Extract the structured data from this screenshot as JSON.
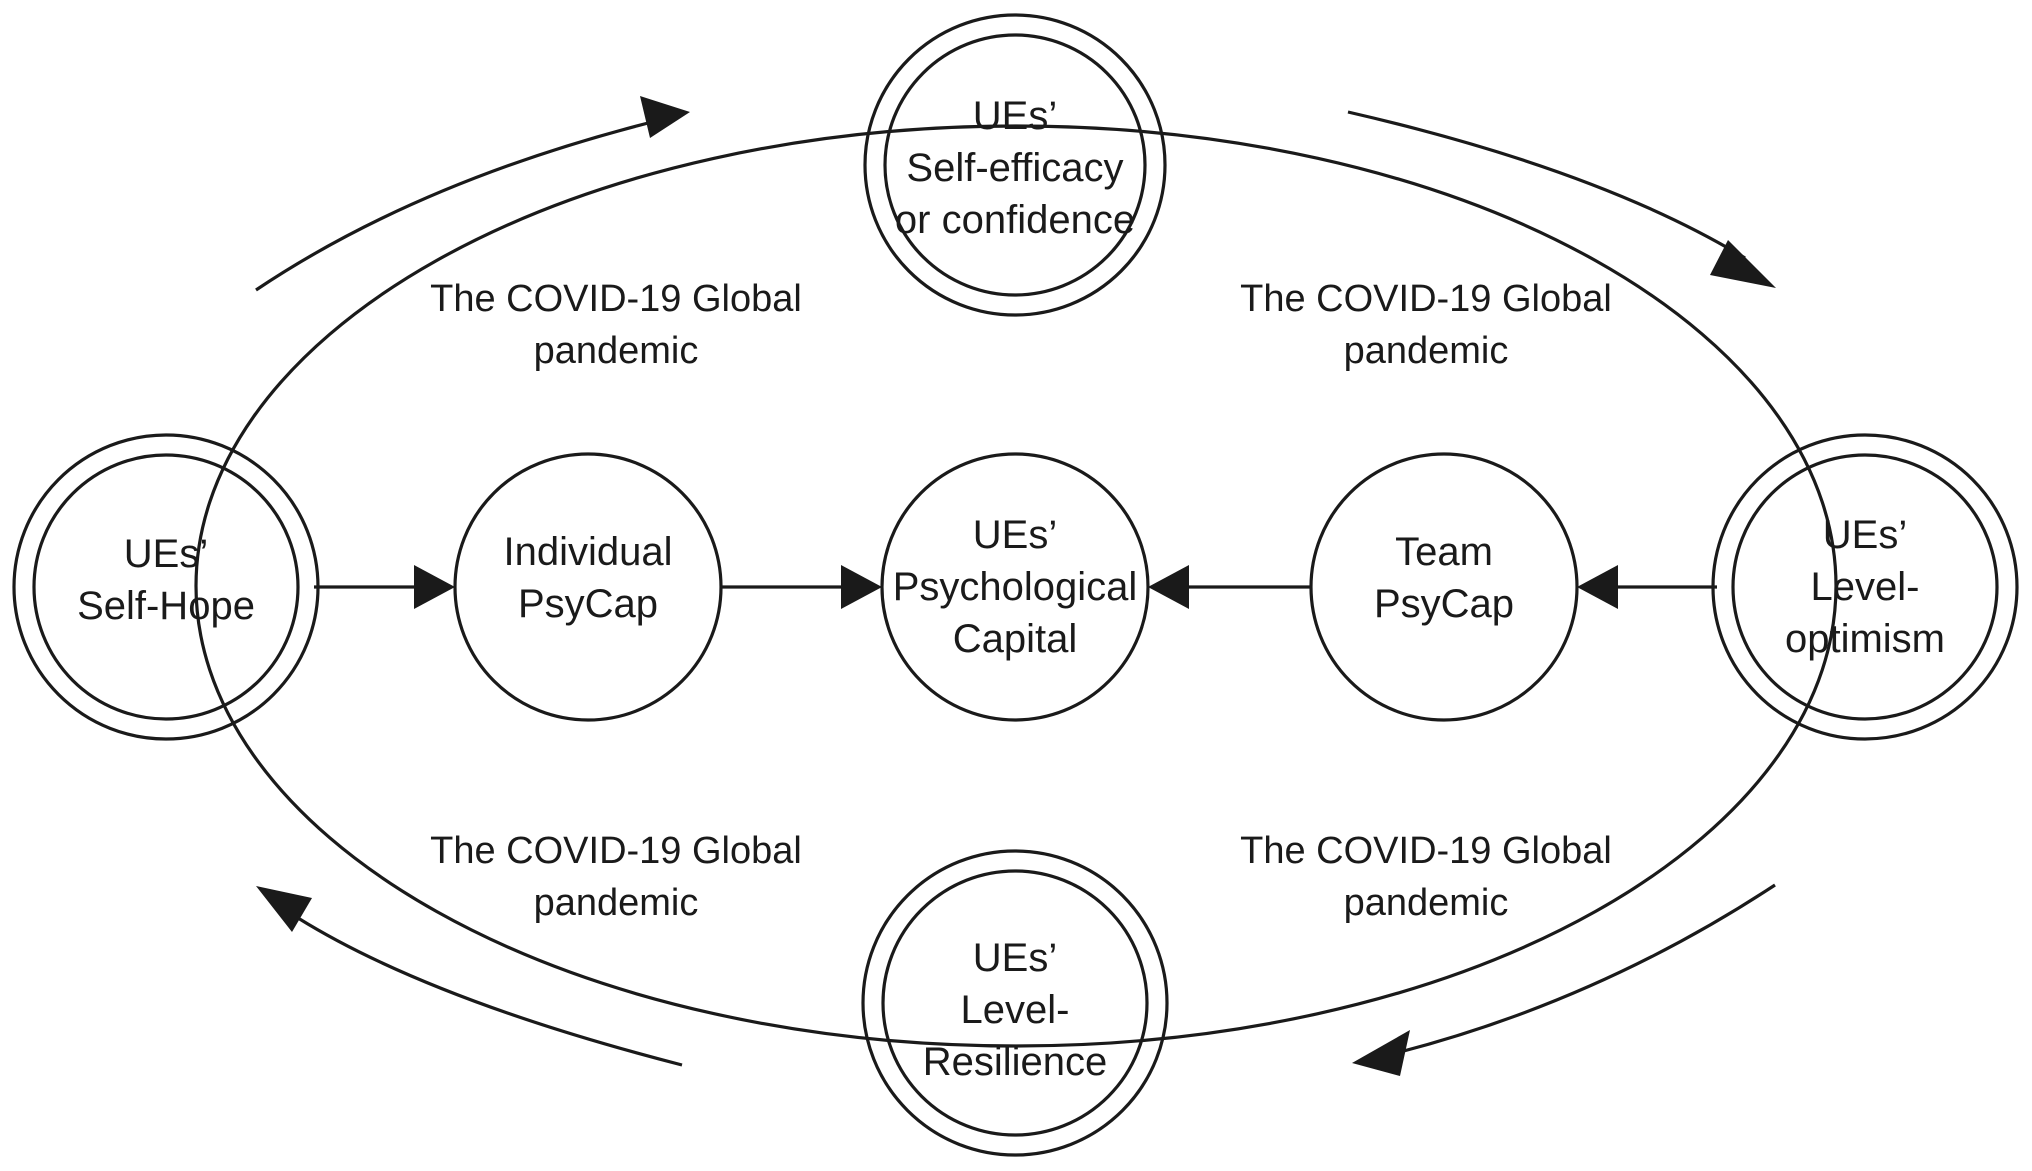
{
  "nodes": {
    "self_hope": [
      "UEs’",
      "Self-Hope"
    ],
    "self_efficacy": [
      "UEs’",
      "Self-efficacy",
      "or confidence"
    ],
    "level_optimism": [
      "UEs’",
      "Level-",
      "optimism"
    ],
    "level_resilience": [
      "UEs’",
      "Level-",
      "Resilience"
    ],
    "individual_psycap": [
      "Individual",
      "PsyCap"
    ],
    "psychological_capital": [
      "UEs’",
      "Psychological",
      "Capital"
    ],
    "team_psycap": [
      "Team",
      "PsyCap"
    ]
  },
  "context_labels": {
    "top_left": [
      "The COVID-19 Global",
      "pandemic"
    ],
    "top_right": [
      "The COVID-19 Global",
      "pandemic"
    ],
    "bottom_left": [
      "The COVID-19 Global",
      "pandemic"
    ],
    "bottom_right": [
      "The COVID-19 Global",
      "pandemic"
    ]
  },
  "colors": {
    "line": "#1a1a1a",
    "background": "#ffffff"
  }
}
